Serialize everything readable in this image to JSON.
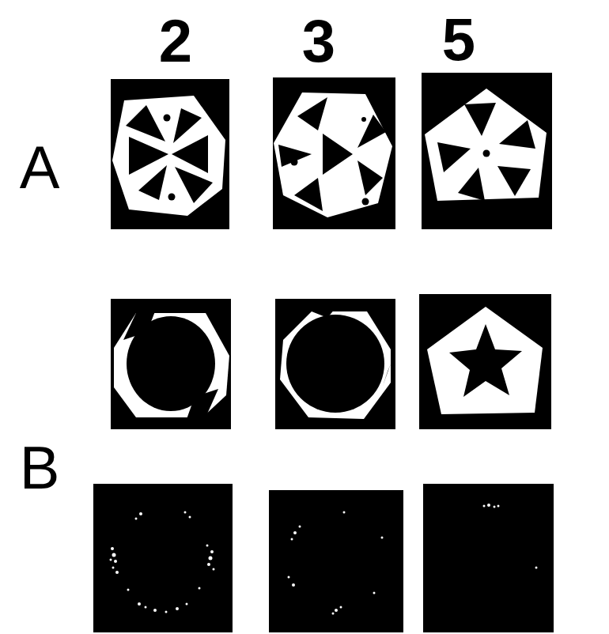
{
  "diagram": {
    "labels": [
      "2",
      "3",
      "5",
      "A",
      "B"
    ]
  }
}
